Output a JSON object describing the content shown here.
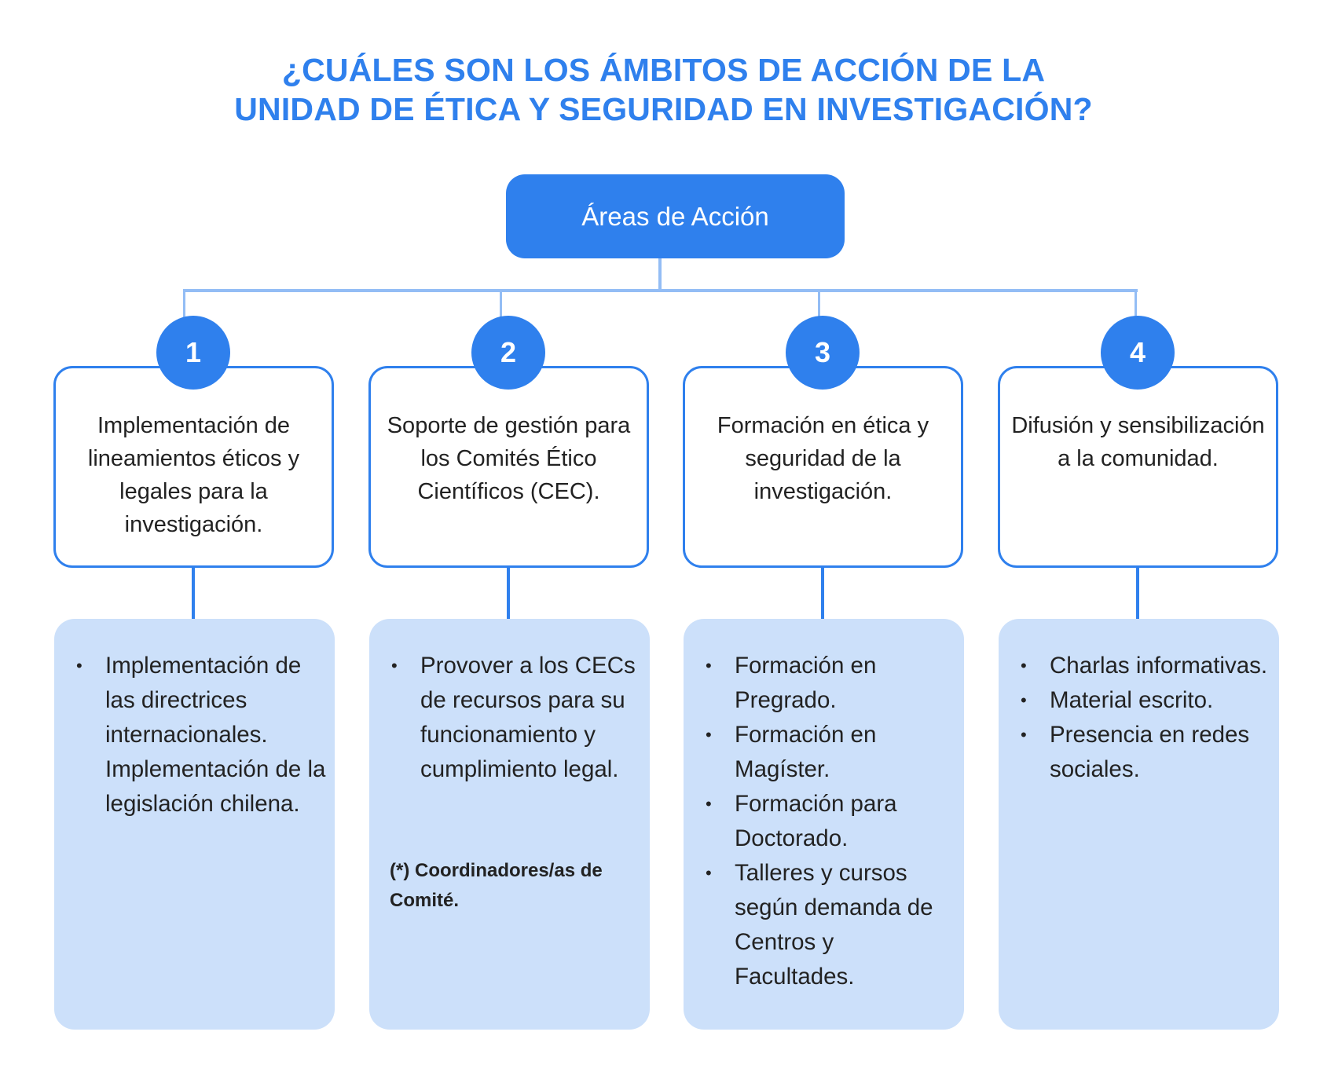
{
  "title": {
    "line1": "¿CUÁLES SON LOS ÁMBITOS DE ACCIÓN DE LA",
    "line2": "UNIDAD DE ÉTICA Y SEGURIDAD EN INVESTIGACIÓN?"
  },
  "root": {
    "label": "Áreas de Acción"
  },
  "colors": {
    "accent": "#2f80ed",
    "connector": "#93bdf5",
    "detail_bg": "#cce0fa"
  },
  "areas": [
    {
      "number": "1",
      "title": "Implementación de lineamientos éticos y legales para la investigación.",
      "items": [
        "Implementación de las directrices internacionales. Implementación de la legislación chilena."
      ]
    },
    {
      "number": "2",
      "title": "Soporte de gestión para los Comités Ético Científicos (CEC).",
      "items": [
        "Provover a los CECs de recursos para su funcionamiento y cumplimiento legal."
      ],
      "note": "(*) Coordinadores/as de Comité."
    },
    {
      "number": "3",
      "title": "Formación en ética y seguridad de la investigación.",
      "items": [
        "Formación en Pregrado.",
        "Formación en Magíster.",
        "Formación para Doctorado.",
        "Talleres y cursos según demanda de Centros y Facultades."
      ]
    },
    {
      "number": "4",
      "title": "Difusión y sensibilización a la comunidad.",
      "items": [
        "Charlas informativas.",
        "Material escrito.",
        "Presencia en redes sociales."
      ]
    }
  ]
}
